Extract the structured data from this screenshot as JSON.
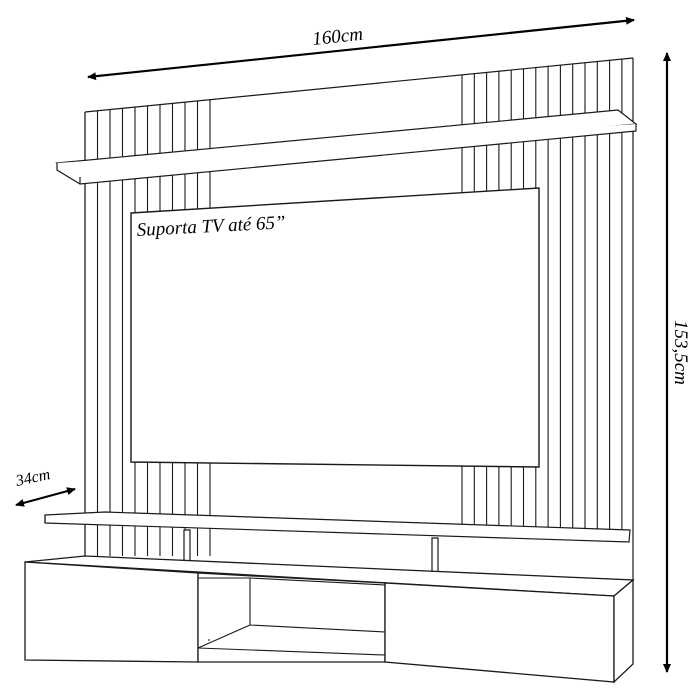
{
  "dimensions": {
    "width": "160cm",
    "height": "153,5cm",
    "depth": "34cm"
  },
  "tv_note": "Suporta TV até 65”",
  "colors": {
    "line": "#1a1a1a",
    "background": "#ffffff"
  }
}
